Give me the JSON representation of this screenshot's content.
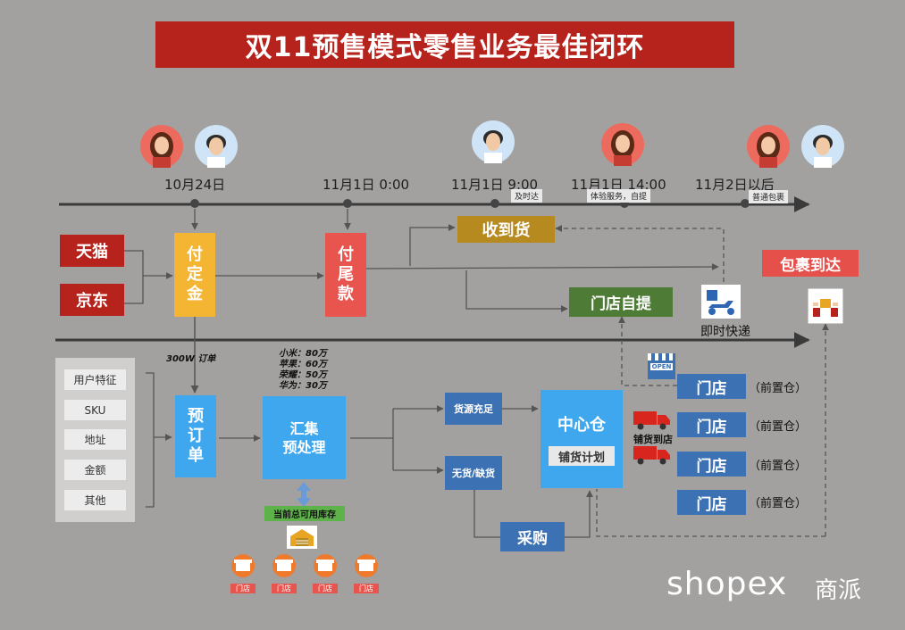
{
  "title": "双11预售模式零售业务最佳闭环",
  "timeline": {
    "d1": "10月24日",
    "d2": "11月1日 0:00",
    "d3": "11月1日 9:00",
    "d4": "11月1日 14:00",
    "d5": "11月2日以后",
    "t1": "及时达",
    "t2": "体验服务，自提",
    "t3": "普通包裹"
  },
  "channels": [
    "天猫",
    "京东"
  ],
  "deposit": "付定金",
  "balance": "付尾款",
  "received": "收到货",
  "store_pickup": "门店自提",
  "parcel_arrive": "包裹到达",
  "instant_delivery": "即时快递",
  "order_note": "300W  订单",
  "attributes": [
    "用户特征",
    "SKU",
    "地址",
    "金额",
    "其他"
  ],
  "preorder": "预订单",
  "aggregate": [
    "汇集",
    "预处理"
  ],
  "brand_notes": [
    "小米：80万",
    "苹果：60万",
    "荣耀：50万",
    "华为：30万"
  ],
  "inventory_label": "当前总可用库存",
  "store_mini": "门店",
  "sufficient": "货源充足",
  "shortage": "无货/缺货",
  "purchase": "采购",
  "center": "中心仓",
  "plan": "铺货计划",
  "dispatch": "铺货到店",
  "open_sign": "OPEN",
  "stores": [
    "门店",
    "门店",
    "门店",
    "门店"
  ],
  "store_tag": "（前置仓）",
  "logo": "shopex",
  "logo_cn": "商派",
  "colors": {
    "background": "#a3a19f",
    "title_red": "#b6231d",
    "deposit_yellow": "#f3b532",
    "balance_coral": "#e8554f",
    "received_gold": "#b78a1f",
    "pickup_green": "#4e7c37",
    "process_cyan": "#3ea7ee",
    "store_blue": "#3c71b4"
  }
}
